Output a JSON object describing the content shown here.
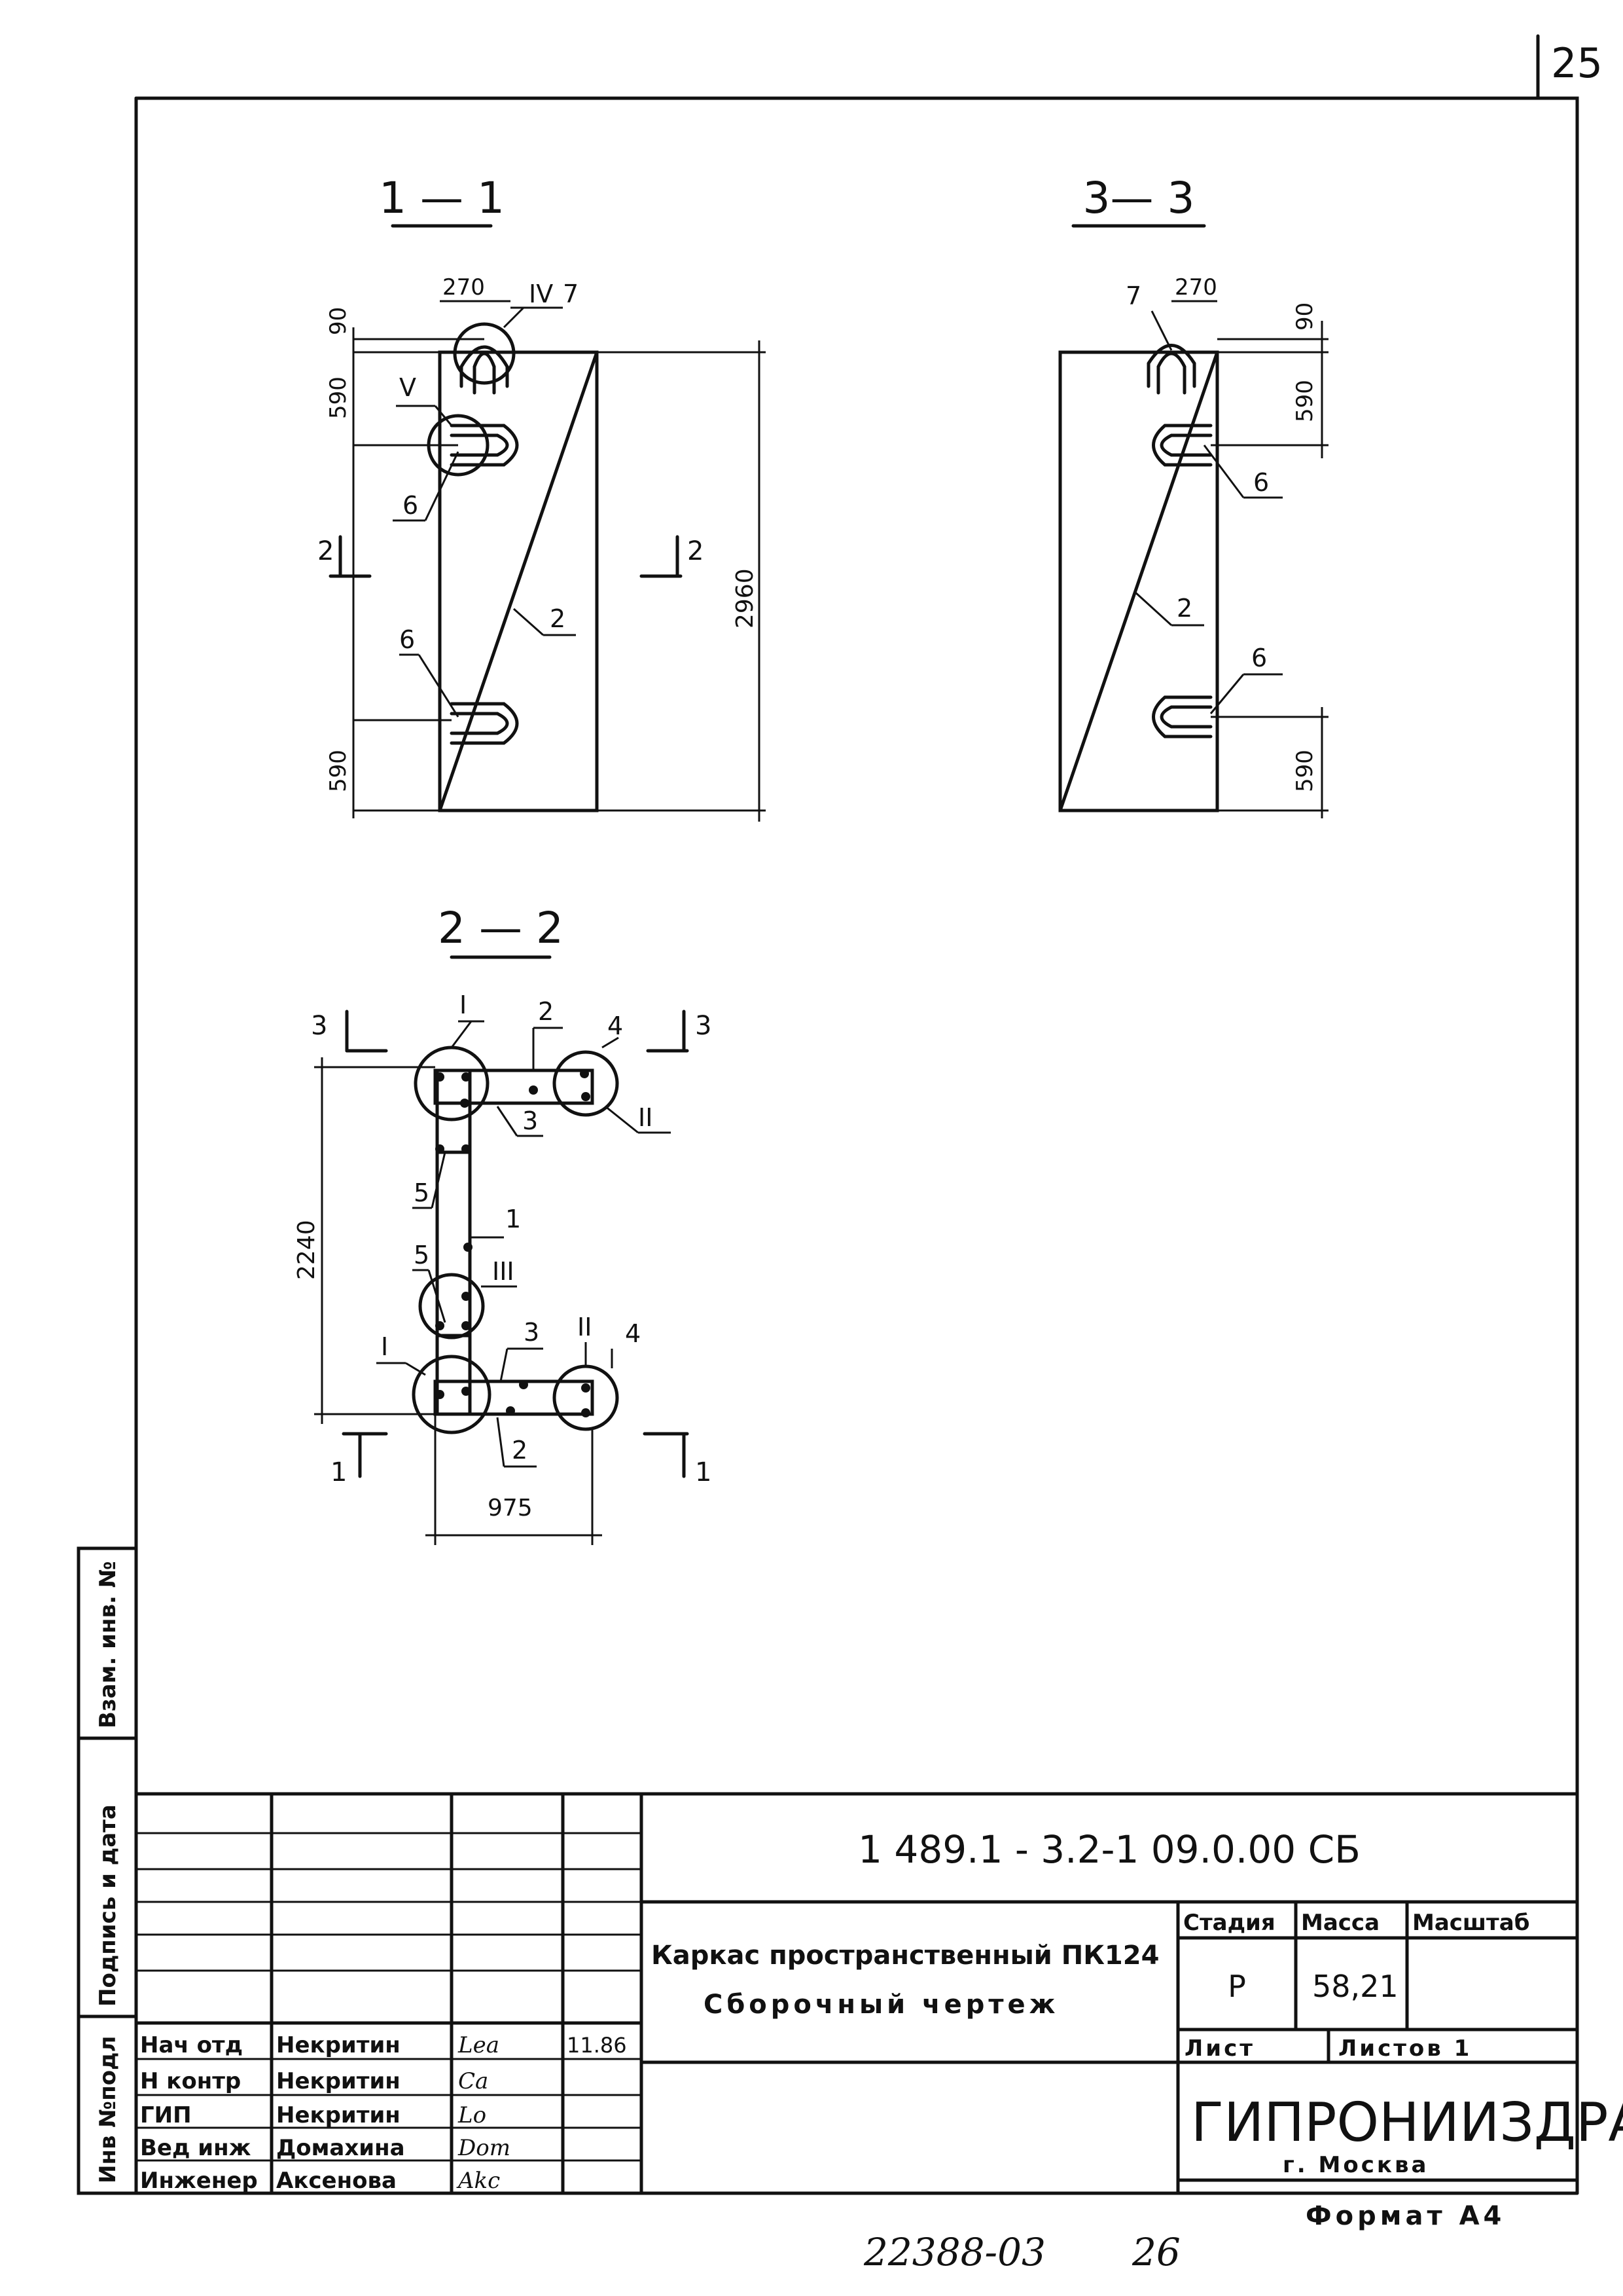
{
  "page_number": "25",
  "views": {
    "v11": {
      "title": "1 — 1",
      "dim_top_w": "270",
      "dim_top_h": "90",
      "dim_590a": "590",
      "dim_590b": "590",
      "dim_2960": "2960",
      "node_iv": "IV",
      "node_v": "V",
      "pos7": "7",
      "pos6a": "6",
      "pos6b": "6",
      "pos2": "2",
      "cut_left": "2",
      "cut_right": "2"
    },
    "v33": {
      "title": "3— 3",
      "dim_top_w": "270",
      "dim_top_h": "90",
      "dim_590a": "590",
      "dim_590b": "590",
      "pos7": "7",
      "pos6a": "6",
      "pos6b": "6",
      "pos2": "2"
    },
    "v22": {
      "title": "2 — 2",
      "dim_2240": "2240",
      "dim_975": "975",
      "cut3_left": "3",
      "cut3_right": "3",
      "cut1_left": "1",
      "cut1_right": "1",
      "node_i_top": "I",
      "node_ii_top": "II",
      "node_iii": "III",
      "node_i_bot": "I",
      "node_ii_bot": "II",
      "pos2_top": "2",
      "pos4_top": "4",
      "pos3_top": "3",
      "pos5_top": "5",
      "pos1": "1",
      "pos5_bot": "5",
      "pos3_bot": "3",
      "pos4_bot": "4",
      "pos2_bot": "2"
    }
  },
  "side_stamp": [
    "Инв №подл",
    "Подпись и дата",
    "Взам. инв. №"
  ],
  "title_block": {
    "designation": "1 489.1 - 3.2-1 09.0.00 СБ",
    "name_line1": "Каркас пространственный ПК124",
    "name_line2": "Сборочный  чертеж",
    "col_stage": "Стадия",
    "col_mass": "Масса",
    "col_scale": "Масштаб",
    "stage": "Р",
    "mass": "58,21",
    "scale": "",
    "sheet_label": "Лист",
    "sheets_label": "Листов 1",
    "org": "ГИПРОНИИЗДРАВ",
    "city": "г. Москва",
    "roles": [
      {
        "role": "Нач отд",
        "name": "Некритин",
        "sign": "Lea",
        "date": "11.86"
      },
      {
        "role": "Н контр",
        "name": "Некритин",
        "sign": "Ca",
        "date": ""
      },
      {
        "role": "ГИП",
        "name": "Некритин",
        "sign": "Lo",
        "date": ""
      },
      {
        "role": "Вед инж",
        "name": "Домахина",
        "sign": "Dom",
        "date": ""
      },
      {
        "role": "Инженер",
        "name": "Аксенова",
        "sign": "Akc",
        "date": ""
      }
    ]
  },
  "footer": {
    "archive": "22388-03",
    "page": "26",
    "format": "Формат А4"
  }
}
